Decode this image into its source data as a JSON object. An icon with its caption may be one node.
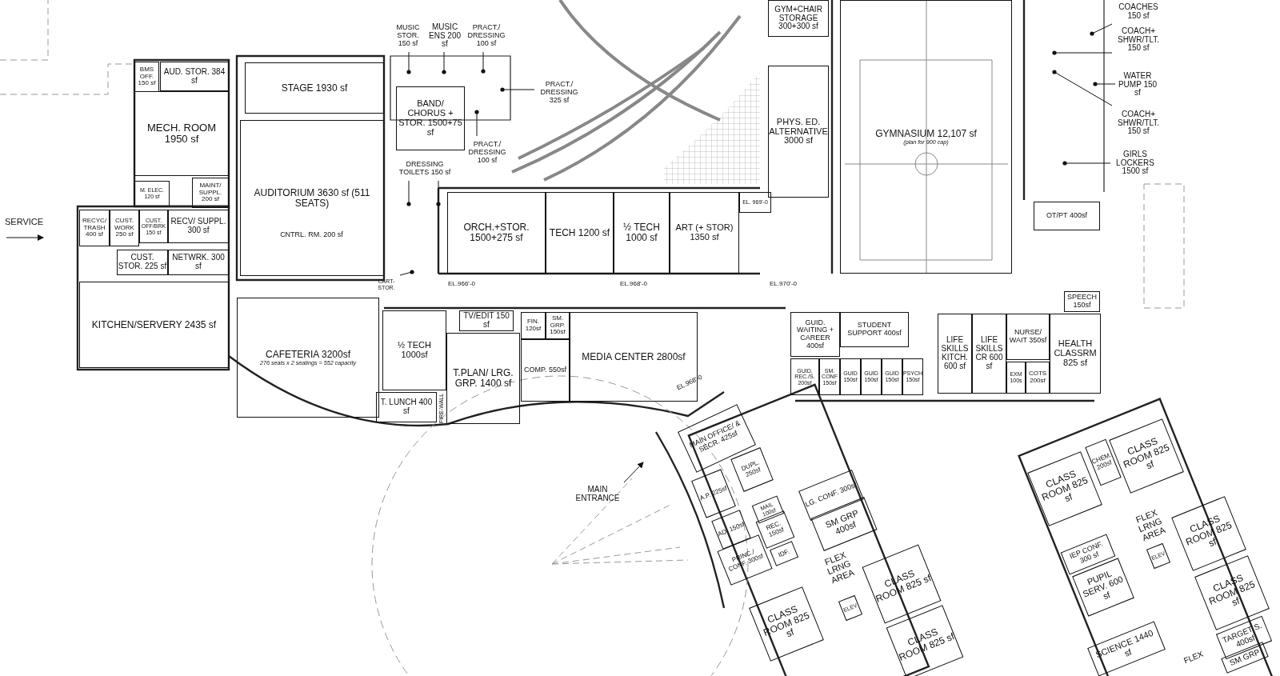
{
  "diagram": {
    "nodes": [
      {
        "text": [
          "BMS OFF. 150 sf"
        ]
      },
      {
        "text": [
          "AUD. STOR. 384 sf"
        ]
      },
      {
        "text": [
          "MECH. ROOM 1950 sf"
        ]
      },
      {
        "text": [
          "M. ELEC. 120 sf"
        ]
      },
      {
        "text": [
          "MAINT/ SUPPL. 200 sf"
        ]
      },
      {
        "text": [
          "RECYC/ TRASH 400 sf"
        ]
      },
      {
        "text": [
          "CUST. WORK 250 sf"
        ]
      },
      {
        "text": [
          "CUST. OFF/BRK 150 sf"
        ]
      },
      {
        "text": [
          "RECV/ SUPPL. 300 sf"
        ]
      },
      {
        "text": [
          "CUST. STOR. 225 sf"
        ]
      },
      {
        "text": [
          "NETWRK. 300 sf"
        ]
      },
      {
        "text": [
          "KITCHEN/SERVERY 2435 sf"
        ]
      },
      {
        "text": [
          "STAGE 1930 sf"
        ]
      },
      {
        "text": [
          "AUDITORIUM 3630 sf (511 SEATS)"
        ]
      },
      {
        "text": [
          "CNTRL. RM. 200 sf"
        ],
        "in": 13
      },
      {
        "text": [
          "CAFETERIA 3200sf",
          "276 seats x 2 seatings = 552 capacity"
        ]
      },
      {
        "text": [
          "½ TECH 1000sf"
        ]
      },
      {
        "text": [
          "T. LUNCH 400 sf"
        ]
      },
      {
        "text": [
          "T.PLAN/ LRG. GRP. 1400 sf"
        ]
      },
      {
        "text": [
          "TV/EDIT 150 sf"
        ]
      },
      {
        "text": [
          "FIN. 120sf"
        ]
      },
      {
        "text": [
          "SM. GRP. 150sf"
        ]
      },
      {
        "text": [
          "COMP. 550sf"
        ]
      },
      {
        "text": [
          "MEDIA CENTER 2800sf"
        ]
      },
      {
        "text": [
          "ORCH.+STOR. 1500+275 sf"
        ]
      },
      {
        "text": [
          "TECH 1200 sf"
        ]
      },
      {
        "text": [
          "½ TECH 1000 sf"
        ]
      },
      {
        "text": [
          "ART (+ STOR) 1350 sf"
        ]
      },
      {
        "text": [
          "EL. 969'-0"
        ]
      },
      {
        "text": [
          "BAND/ CHORUS + STOR. 1500+75 sf"
        ]
      },
      {
        "text": [
          "MUSIC STOR. 150 sf"
        ]
      },
      {
        "text": [
          "MUSIC ENS 200 sf"
        ]
      },
      {
        "text": [
          "PRACT./ DRESSING 100 sf"
        ]
      },
      {
        "text": [
          "PRACT./ DRESSING 325 sf"
        ]
      },
      {
        "text": [
          "PRACT./ DRESSING 100 sf"
        ]
      },
      {
        "text": [
          "DRESSING TOILETS 150 sf"
        ]
      },
      {
        "text": [
          "CART- STOR."
        ]
      },
      {
        "text": [
          "GYM+CHAIR STORAGE 300+300 sf"
        ]
      },
      {
        "text": [
          "PHYS. ED. ALTERNATIVE 3000 sf"
        ]
      },
      {
        "text": [
          "GYMNASIUM 12,107 sf",
          "(plan for 900 cap)"
        ]
      },
      {
        "text": [
          "COACHES 150 sf"
        ]
      },
      {
        "text": [
          "COACH+ SHWR/TLT. 150 sf"
        ]
      },
      {
        "text": [
          "WATER PUMP 150 sf"
        ]
      },
      {
        "text": [
          "COACH+ SHWR/TLT. 150 sf"
        ]
      },
      {
        "text": [
          "GIRLS LOCKERS 1500 sf"
        ]
      },
      {
        "text": [
          "OT/PT 400sf"
        ]
      },
      {
        "text": [
          "SPEECH 150sf"
        ]
      },
      {
        "text": [
          "HEALTH CLASSRM 825 sf"
        ]
      },
      {
        "text": [
          "NURSE/ WAIT 350sf"
        ]
      },
      {
        "text": [
          "EXM 100s"
        ]
      },
      {
        "text": [
          "COTS 200sf"
        ]
      },
      {
        "text": [
          "LIFE SKILLS CR 600 sf"
        ]
      },
      {
        "text": [
          "LIFE SKILLS KITCH. 600 sf"
        ]
      },
      {
        "text": [
          "STUDENT SUPPORT 400sf"
        ]
      },
      {
        "text": [
          "GUID. WAITING + CAREER 400sf"
        ]
      },
      {
        "text": [
          "GUID. REC./S. 200sf"
        ]
      },
      {
        "text": [
          "SM. CONF 150sf"
        ]
      },
      {
        "text": [
          "GUID 150sf"
        ]
      },
      {
        "text": [
          "GUID 150sf"
        ]
      },
      {
        "text": [
          "GUID 150sf"
        ]
      },
      {
        "text": [
          "PSYCH 150sf"
        ]
      },
      {
        "text": [
          "MAIN OFFICE/ & SECR. 425sf"
        ]
      },
      {
        "text": [
          "DUPL. 250sf"
        ]
      },
      {
        "text": [
          "A.P. 225sf"
        ]
      },
      {
        "text": [
          "MAIL 100sf"
        ]
      },
      {
        "text": [
          "AD. 150sf"
        ]
      },
      {
        "text": [
          "REC. 150sf"
        ]
      },
      {
        "text": [
          "PRINC./ CONF. 300sf"
        ]
      },
      {
        "text": [
          "IDF."
        ]
      },
      {
        "text": [
          "LG. CONF. 300sf"
        ]
      },
      {
        "text": [
          "SM GRP 400sf"
        ]
      },
      {
        "text": [
          "FLEX LRNG AREA"
        ]
      },
      {
        "text": [
          "CLASS ROOM 825 sf"
        ]
      },
      {
        "text": [
          "ELEV"
        ]
      },
      {
        "text": [
          "CLASS ROOM 825 sf"
        ]
      },
      {
        "text": [
          "CLASS ROOM 825 sf"
        ]
      },
      {
        "text": [
          "CLASS ROOM 825 sf"
        ]
      },
      {
        "text": [
          "CHEM. 200sf"
        ]
      },
      {
        "text": [
          "CLASS ROOM 825 sf"
        ]
      },
      {
        "text": [
          "FLEX LRNG AREA"
        ]
      },
      {
        "text": [
          "ELEV"
        ]
      },
      {
        "text": [
          "IEP CONF. 300 sf"
        ]
      },
      {
        "text": [
          "PUPIL SERV. 600 sf"
        ]
      },
      {
        "text": [
          "CLASS ROOM 825 sf"
        ]
      },
      {
        "text": [
          "CLASS ROOM 825 sf"
        ]
      },
      {
        "text": [
          "SCIENCE 1440 sf"
        ]
      },
      {
        "text": [
          "TARGET S. 400sf"
        ]
      },
      {
        "text": [
          "SM GRP"
        ]
      },
      {
        "text": [
          "FLEX"
        ]
      },
      {
        "text": [
          "MAIN ENTRANCE"
        ]
      }
    ],
    "edges": [
      {
        "from": 30,
        "to": null,
        "arrow": "other"
      },
      {
        "from": 31,
        "to": null,
        "arrow": "other"
      },
      {
        "from": 32,
        "to": null,
        "arrow": "other"
      },
      {
        "from": 33,
        "to": null,
        "arrow": "other"
      },
      {
        "from": 34,
        "to": null,
        "arrow": "other"
      },
      {
        "from": 35,
        "to": null,
        "arrow": "other"
      },
      {
        "from": 35,
        "to": null,
        "arrow": "other"
      },
      {
        "from": 36,
        "to": null,
        "arrow": "other"
      },
      {
        "from": 40,
        "to": null,
        "arrow": "other"
      },
      {
        "from": 41,
        "to": null,
        "arrow": "other"
      },
      {
        "from": 42,
        "to": null,
        "arrow": "other"
      },
      {
        "from": 43,
        "to": null,
        "arrow": "other"
      },
      {
        "from": 44,
        "to": null,
        "arrow": "other"
      },
      {
        "from": 89,
        "to": null,
        "arrow": "to"
      }
    ],
    "labels": [
      "SERVICE",
      "EL.966'-0",
      "EL.968'-0",
      "EL.970'-0",
      "EL.968'-0",
      "FIRE-WALL"
    ]
  }
}
